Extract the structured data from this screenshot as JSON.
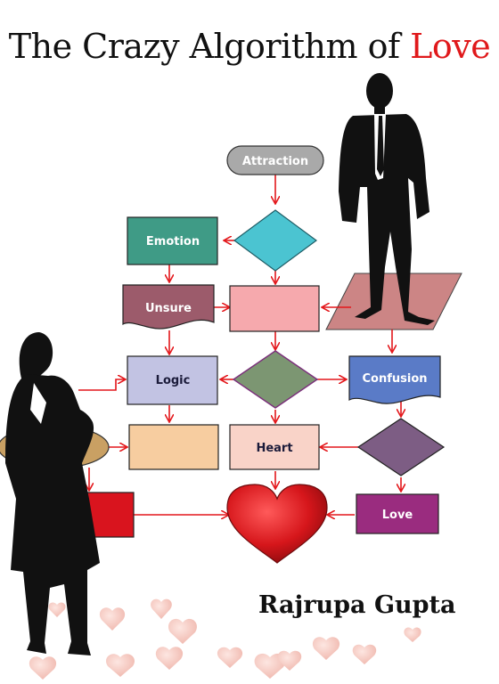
{
  "cover": {
    "title_main": "The Crazy Algorithm of ",
    "title_accent": "Love",
    "author": "Rajrupa Gupta",
    "accent_color": "#e0191b"
  },
  "flowchart": {
    "attraction": "Attraction",
    "emotion": "Emotion",
    "unsure": "Unsure",
    "logic": "Logic",
    "confusion": "Confusion",
    "heart": "Heart",
    "love": "Love"
  },
  "colors": {
    "attraction": "#a9a9a9",
    "diamond_top": "#4bc4d1",
    "emotion": "#3f9b86",
    "unsure": "#9c5b6b",
    "pink_box": "#f6a9ad",
    "logic": "#c2c3e3",
    "diamond_mid": "#7c9672",
    "confusion": "#5a7bc7",
    "peach_box": "#f7cda0",
    "heart_box": "#f9d3c8",
    "diamond_right": "#7d5d84",
    "red_box": "#d9141e",
    "love_box": "#9a2c7f",
    "heart": "#d6161b",
    "arrows": "#e3171b"
  },
  "figures": [
    "man-silhouette",
    "woman-silhouette"
  ]
}
